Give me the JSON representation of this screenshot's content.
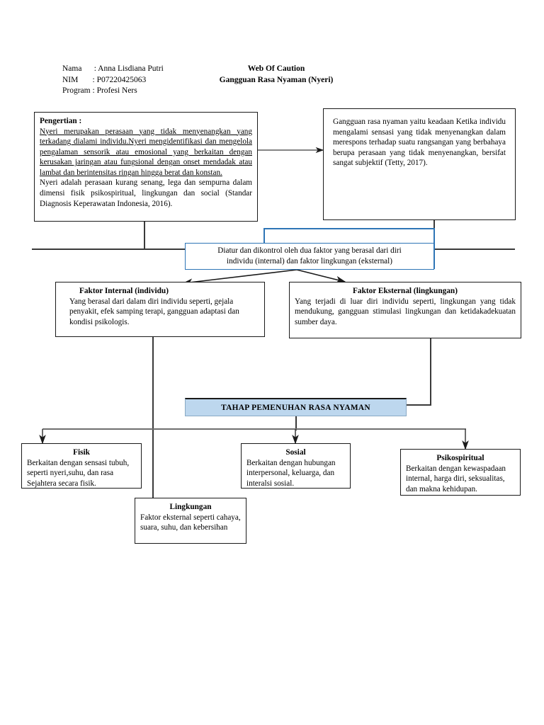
{
  "header": {
    "fields": [
      {
        "label": "Nama      ",
        "sep": ": ",
        "value": "Anna Lisdiana Putri"
      },
      {
        "label": "NIM       ",
        "sep": ": ",
        "value": "P07220425063"
      },
      {
        "label": "Program ",
        "sep": ": ",
        "value": "Profesi Ners"
      }
    ],
    "title_line1": "Web Of Caution",
    "title_line2": "Gangguan Rasa Nyaman (Nyeri)"
  },
  "pengertian": {
    "title": "Pengertian :",
    "para1": "Nyeri merupakan perasaan yang tidak menyenangkan yang terkadang dialami individu.Nyeri mengidentifikasi dan mengelola pengalaman sensorik atau emosional yang berkaitan dengan kerusakan jaringan atau fungsional dengan onset mendadak atau lambat dan berintensitas ringan hingga berat dan konstan.",
    "para2": "Nyeri adalah perasaan kurang senang, lega dan sempurna dalam dimensi fisik psikospiritual, lingkungan dan social (Standar Diagnosis Keperawatan Indonesia, 2016)."
  },
  "gangguan": {
    "text": "Gangguan rasa nyaman yaitu keadaan Ketika individu mengalami sensasi yang tidak menyenangkan dalam merespons terhadap suatu rangsangan yang berbahaya berupa perasaan yang tidak menyenangkan, bersifat sangat subjektif (Tetty, 2017)."
  },
  "diatur": {
    "line1": "Diatur dan dikontrol oleh dua faktor yang berasal dari diri",
    "line2": "individu (internal) dan faktor lingkungan (eksternal)"
  },
  "faktor_internal": {
    "title": "Faktor Internal (individu)",
    "text": "Yang berasal dari dalam diri individu seperti, gejala penyakit, efek samping terapi, gangguan adaptasi dan kondisi psikologis."
  },
  "faktor_eksternal": {
    "title": "Faktor Eksternal (lingkungan)",
    "text": "Yang terjadi di luar diri individu seperti, lingkungan yang tidak mendukung, gangguan stimulasi lingkungan dan ketidakadekuatan sumber daya."
  },
  "banner": {
    "label": "TAHAP PEMENUHAN RASA NYAMAN",
    "fill": "#bdd7ee"
  },
  "tahap": [
    {
      "title": "Fisik",
      "text": "Berkaitan dengan sensasi tubuh, seperti nyeri,suhu, dan rasa Sejahtera secara fisik."
    },
    {
      "title": "Sosial",
      "text": "Berkaitan dengan hubungan interpersonal, keluarga, dan interalsi sosial."
    },
    {
      "title": "Psikospiritual",
      "text": "Berkaitan dengan kewaspadaan internal, harga diri, seksualitas, dan makna kehidupan."
    },
    {
      "title": "Lingkungan",
      "text": "Faktor eksternal seperti cahaya, suara, suhu, dan kebersihan"
    }
  ],
  "colors": {
    "accent_blue": "#2e75b6",
    "banner_fill": "#bdd7ee",
    "line": "#3a3a3a"
  }
}
